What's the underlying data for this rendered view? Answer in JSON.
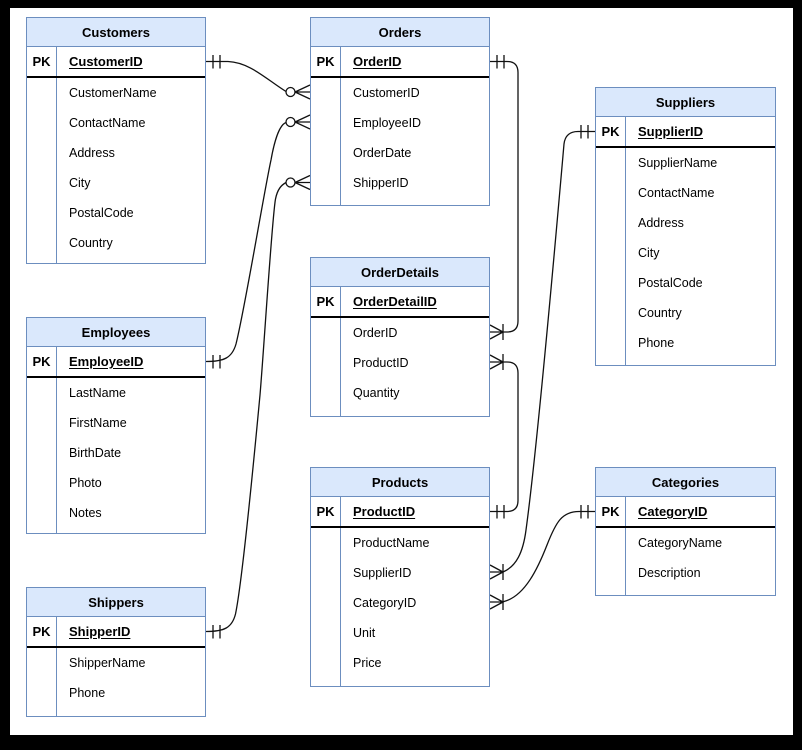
{
  "diagram": {
    "colors": {
      "header_fill": "#dae8fc",
      "table_border": "#6c8ebf",
      "line": "#111111",
      "text": "#000000",
      "frame": "#000000",
      "canvas": "#ffffff"
    },
    "tables": [
      {
        "id": "customers",
        "name": "Customers",
        "pk_label": "PK",
        "pk_field": "CustomerID",
        "fields": [
          "CustomerName",
          "ContactName",
          "Address",
          "City",
          "PostalCode",
          "Country"
        ]
      },
      {
        "id": "orders",
        "name": "Orders",
        "pk_label": "PK",
        "pk_field": "OrderID",
        "fields": [
          "CustomerID",
          "EmployeeID",
          "OrderDate",
          "ShipperID"
        ]
      },
      {
        "id": "suppliers",
        "name": "Suppliers",
        "pk_label": "PK",
        "pk_field": "SupplierID",
        "fields": [
          "SupplierName",
          "ContactName",
          "Address",
          "City",
          "PostalCode",
          "Country",
          "Phone"
        ]
      },
      {
        "id": "employees",
        "name": "Employees",
        "pk_label": "PK",
        "pk_field": "EmployeeID",
        "fields": [
          "LastName",
          "FirstName",
          "BirthDate",
          "Photo",
          "Notes"
        ]
      },
      {
        "id": "orderdetails",
        "name": "OrderDetails",
        "pk_label": "PK",
        "pk_field": "OrderDetailID",
        "fields": [
          "OrderID",
          "ProductID",
          "Quantity"
        ]
      },
      {
        "id": "shippers",
        "name": "Shippers",
        "pk_label": "PK",
        "pk_field": "ShipperID",
        "fields": [
          "ShipperName",
          "Phone"
        ]
      },
      {
        "id": "products",
        "name": "Products",
        "pk_label": "PK",
        "pk_field": "ProductID",
        "fields": [
          "ProductName",
          "SupplierID",
          "CategoryID",
          "Unit",
          "Price"
        ]
      },
      {
        "id": "categories",
        "name": "Categories",
        "pk_label": "PK",
        "pk_field": "CategoryID",
        "fields": [
          "CategoryName",
          "Description"
        ]
      }
    ],
    "relationships": [
      {
        "from": "Customers.CustomerID",
        "to": "Orders.CustomerID",
        "from_cardinality": "one",
        "to_cardinality": "zero-or-many"
      },
      {
        "from": "Employees.EmployeeID",
        "to": "Orders.EmployeeID",
        "from_cardinality": "one",
        "to_cardinality": "zero-or-many"
      },
      {
        "from": "Shippers.ShipperID",
        "to": "Orders.ShipperID",
        "from_cardinality": "one",
        "to_cardinality": "zero-or-many"
      },
      {
        "from": "Orders.OrderID",
        "to": "OrderDetails.OrderID",
        "from_cardinality": "one",
        "to_cardinality": "one-or-many"
      },
      {
        "from": "Products.ProductID",
        "to": "OrderDetails.ProductID",
        "from_cardinality": "one",
        "to_cardinality": "one-or-many"
      },
      {
        "from": "Suppliers.SupplierID",
        "to": "Products.SupplierID",
        "from_cardinality": "one",
        "to_cardinality": "one-or-many"
      },
      {
        "from": "Categories.CategoryID",
        "to": "Products.CategoryID",
        "from_cardinality": "one",
        "to_cardinality": "one-or-many"
      }
    ]
  }
}
